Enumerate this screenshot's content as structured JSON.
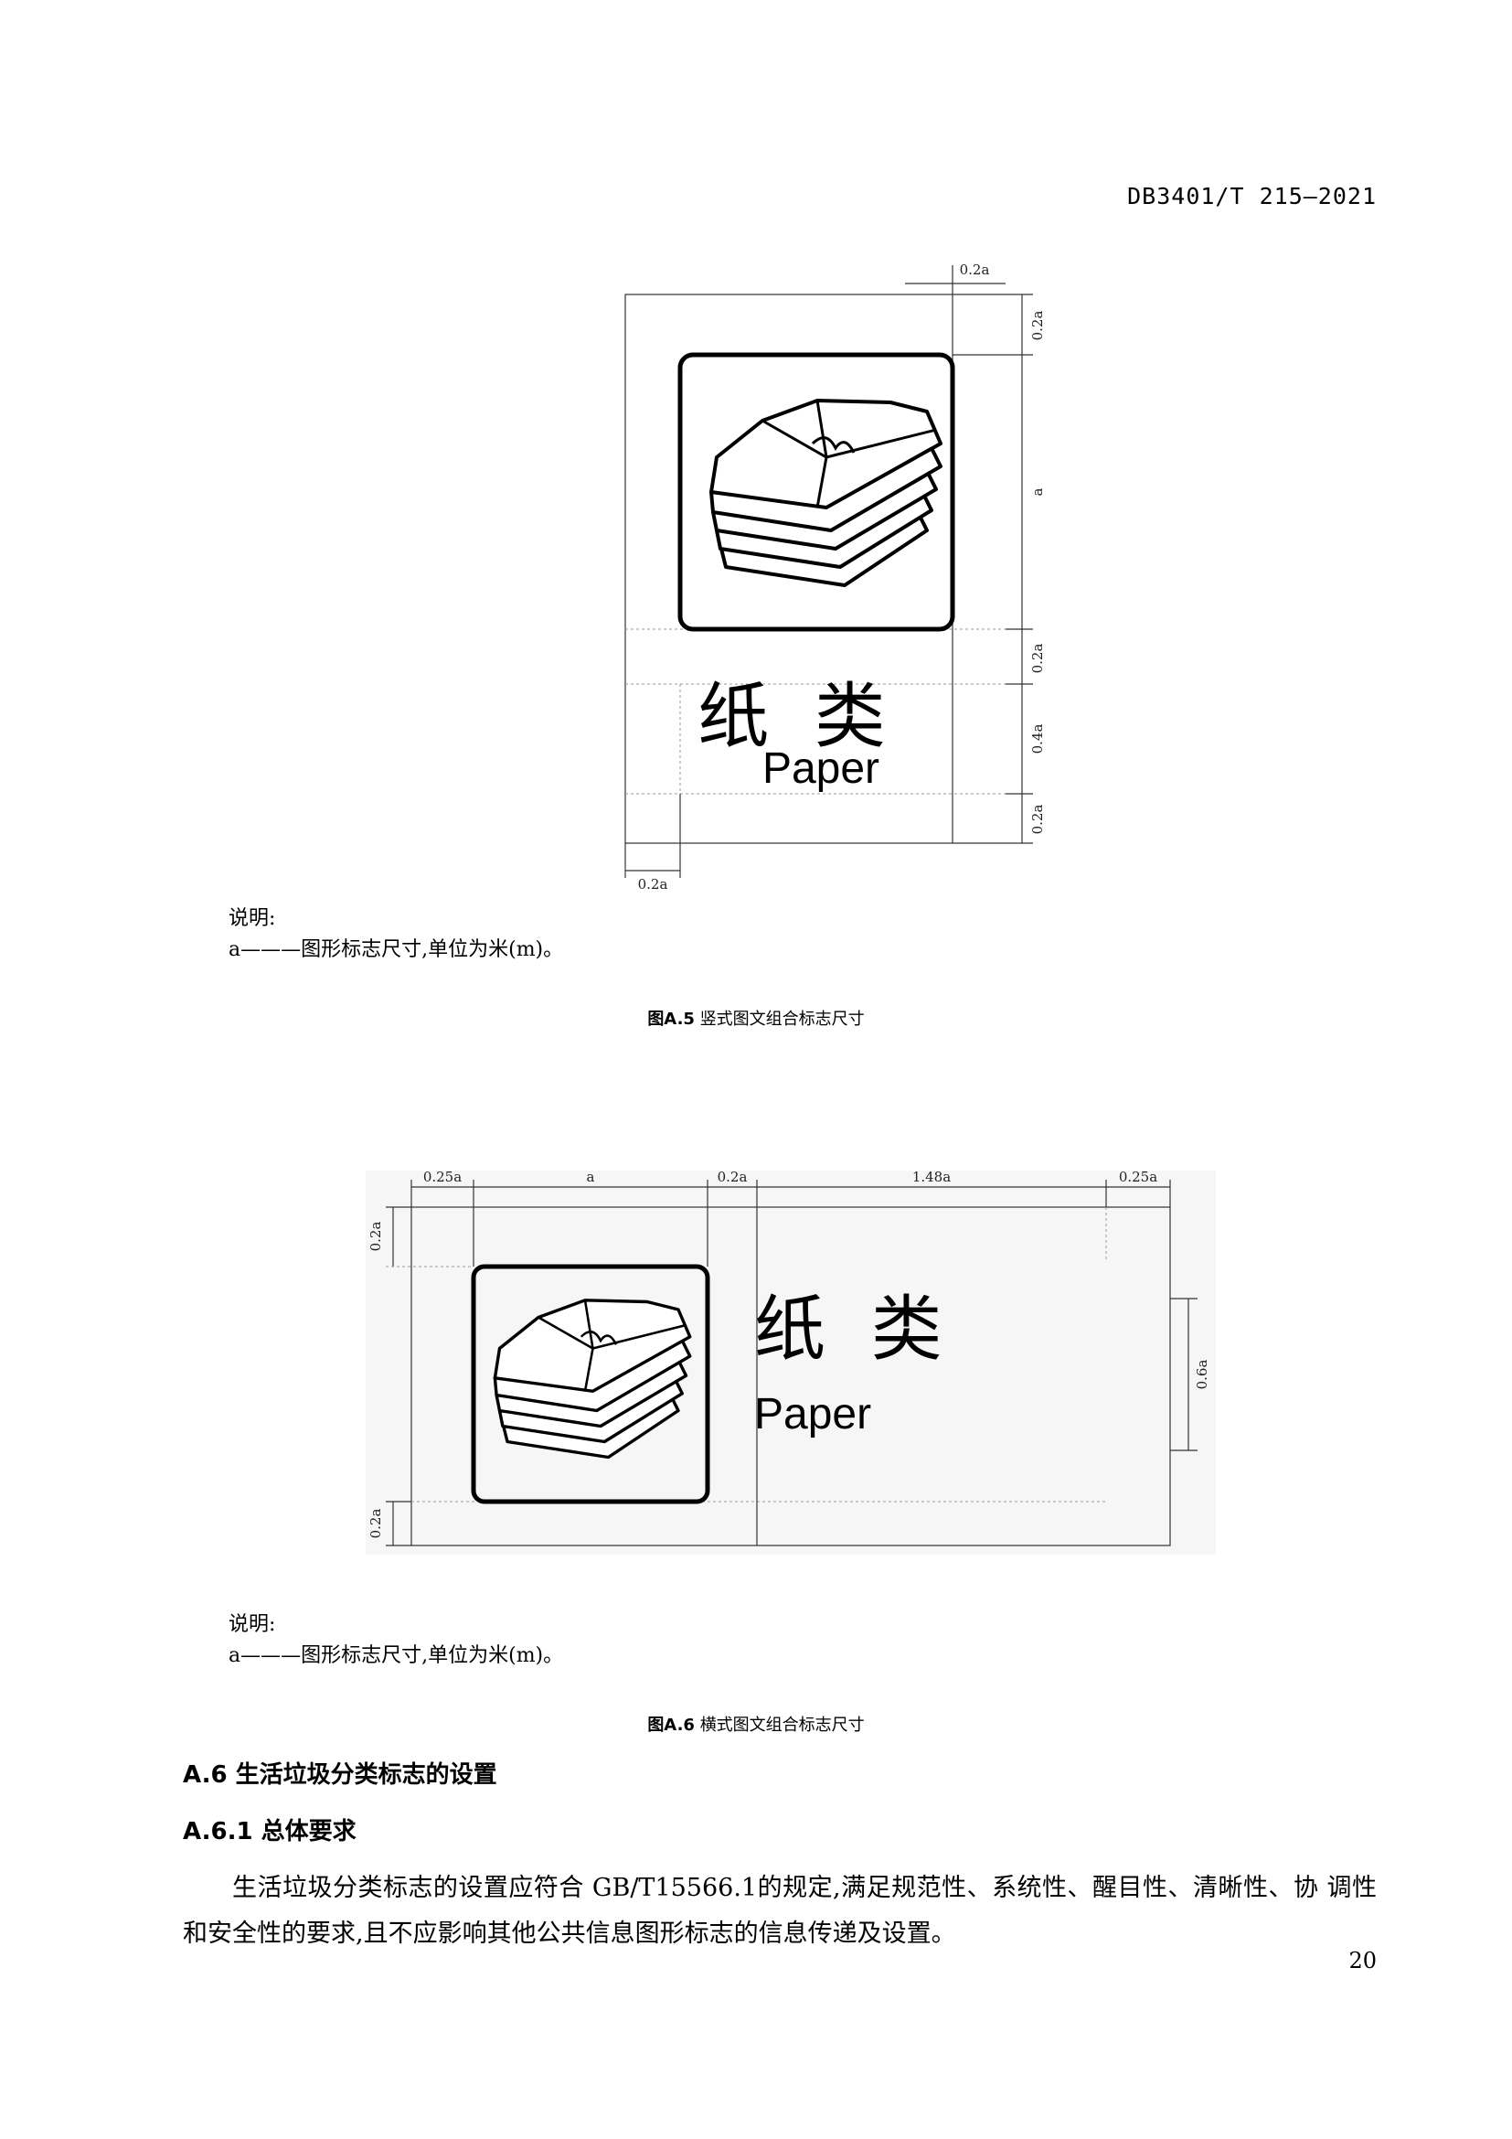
{
  "header": {
    "standard_no": "DB3401/T 215—2021"
  },
  "fig_a5": {
    "sign_zh": "纸  类",
    "sign_en": "Paper",
    "dims": {
      "top_right": "0.2a",
      "right_top": "0.2a",
      "right_a": "a",
      "right_mid": "0.2a",
      "right_text": "0.4a",
      "right_bottom": "0.2a",
      "bottom_left": "0.2a"
    },
    "note_title": "说明:",
    "note_text": "a———图形标志尺寸,单位为米(m)。",
    "caption_label": "图A.5",
    "caption_text": "竖式图文组合标志尺寸"
  },
  "fig_a6": {
    "sign_zh": "纸  类",
    "sign_en": "Paper",
    "dims": {
      "top_1": "0.25a",
      "top_2": "a",
      "top_3": "0.2a",
      "top_4": "1.48a",
      "top_5": "0.25a",
      "left_top": "0.2a",
      "left_bottom": "0.2a",
      "right_text": "0.6a"
    },
    "note_title": "说明:",
    "note_text": "a———图形标志尺寸,单位为米(m)。",
    "caption_label": "图A.6",
    "caption_text": "横式图文组合标志尺寸"
  },
  "section": {
    "h2": "A.6   生活垃圾分类标志的设置",
    "h3": "A.6.1   总体要求",
    "para": "生活垃圾分类标志的设置应符合 GB/T15566.1的规定,满足规范性、系统性、醒目性、清晰性、协 调性和安全性的要求,且不应影响其他公共信息图形标志的信息传递及设置。"
  },
  "page_number": "20"
}
